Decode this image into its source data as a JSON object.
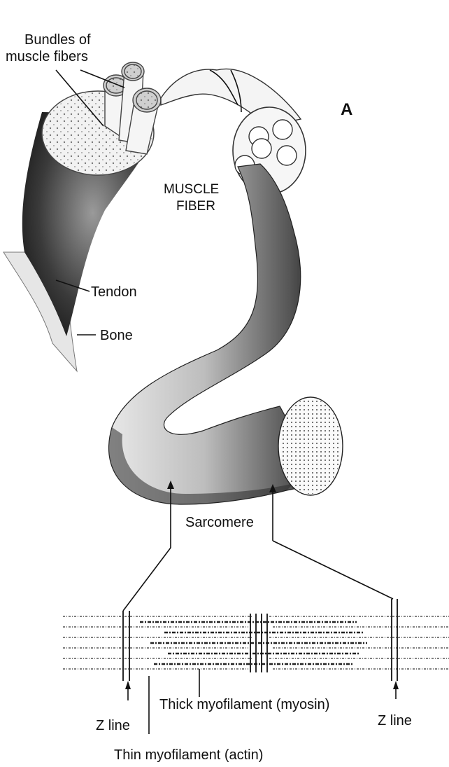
{
  "panel_letter": "A",
  "labels": {
    "bundles_line1": "Bundles of",
    "bundles_line2": "muscle fibers",
    "muscle_fiber_line1": "MUSCLE",
    "muscle_fiber_line2": "FIBER",
    "tendon": "Tendon",
    "bone": "Bone",
    "sarcomere": "Sarcomere",
    "z_line_left": "Z line",
    "z_line_right": "Z line",
    "thick_myofilament": "Thick myofilament (myosin)",
    "thin_myofilament": "Thin myofilament (actin)"
  }
}
